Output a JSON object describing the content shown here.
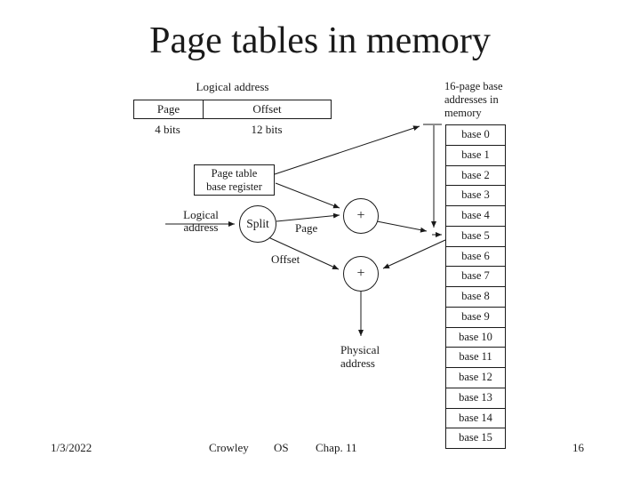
{
  "title": "Page tables in memory",
  "colors": {
    "background": "#ffffff",
    "ink": "#1a1a1a"
  },
  "logical_address_box": {
    "caption": "Logical address",
    "page_field": "Page",
    "offset_field": "Offset",
    "page_bits": "4 bits",
    "offset_bits": "12 bits"
  },
  "register_box": {
    "label": "Page table\nbase register"
  },
  "flow": {
    "input_label": "Logical\naddress",
    "split": "Split",
    "page": "Page",
    "offset": "Offset",
    "adder_top": "+",
    "adder_bottom": "+",
    "output_label": "Physical\naddress"
  },
  "memory": {
    "caption": "16-page base\naddresses in\nmemory",
    "rows": [
      "base 0",
      "base 1",
      "base 2",
      "base 3",
      "base 4",
      "base 5",
      "base 6",
      "base 7",
      "base 8",
      "base 9",
      "base 10",
      "base 11",
      "base 12",
      "base 13",
      "base 14",
      "base 15"
    ]
  },
  "footer": {
    "date": "1/3/2022",
    "author": "Crowley",
    "course": "OS",
    "chapter": "Chap. 11",
    "page_number": "16"
  }
}
